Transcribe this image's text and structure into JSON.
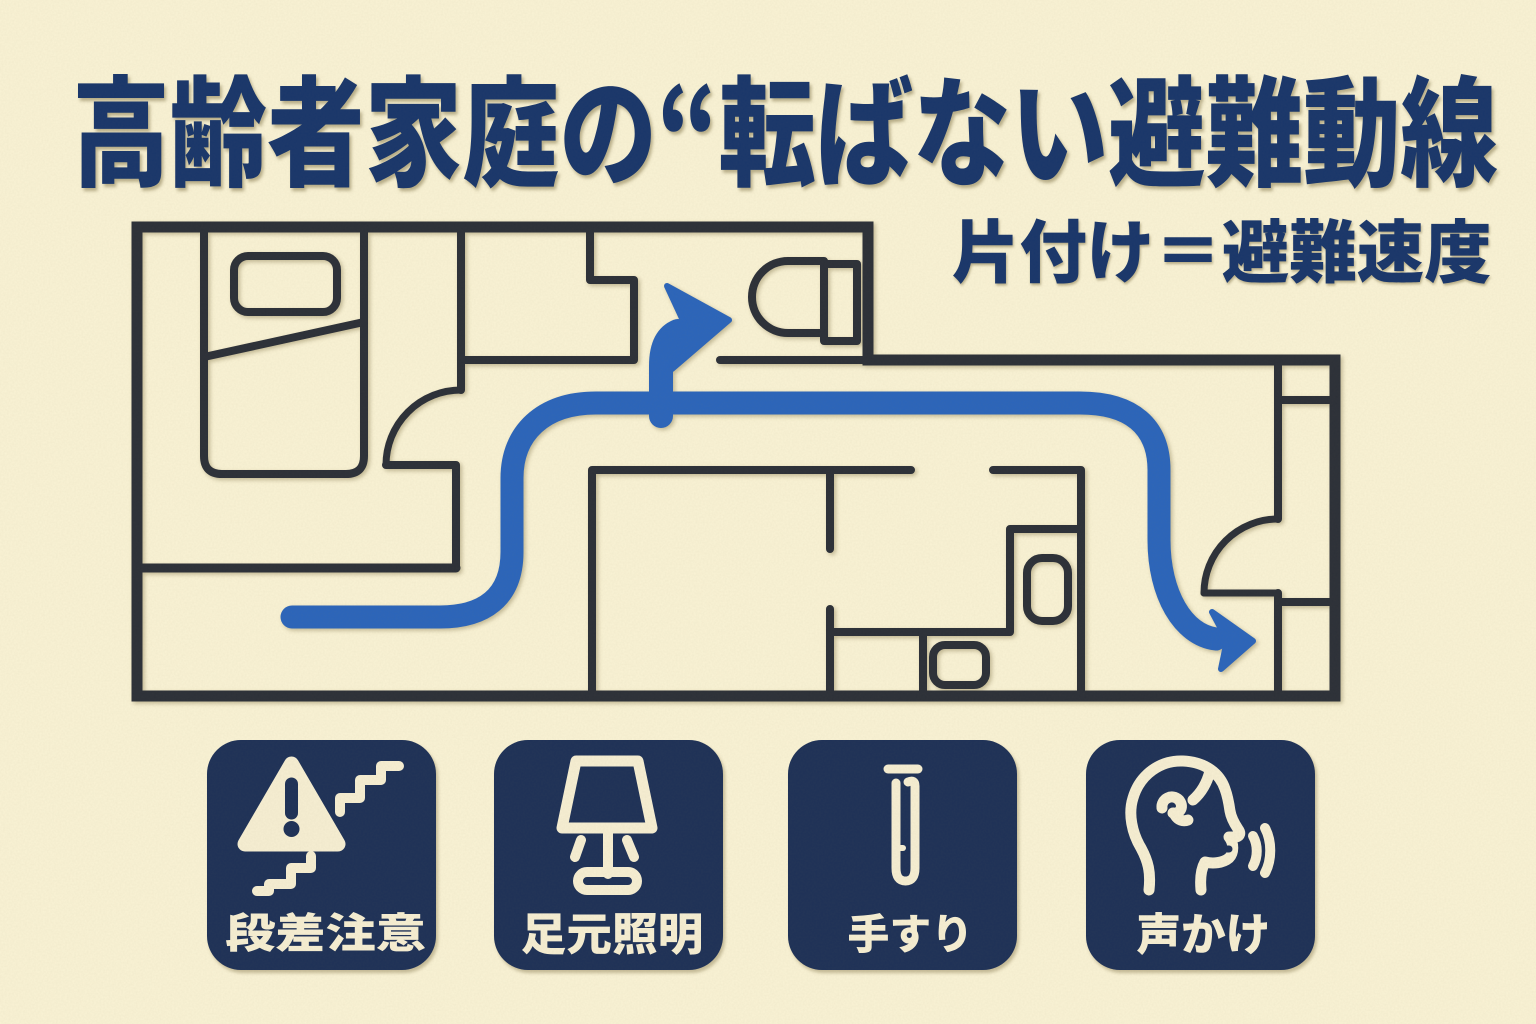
{
  "poster": {
    "title": "高齢者家庭の“転ばない避難動線",
    "subtitle": "片付け＝避難速度",
    "language": "ja"
  },
  "colors": {
    "background": "#FAF3D5",
    "heading_navy": "#19366B",
    "wall_ink": "#2C3038",
    "route_blue": "#2B65BB",
    "card_navy": "#1E3157",
    "card_cream": "#F7EFD3"
  },
  "floor_plan": {
    "features": [
      "bedroom-with-bed",
      "bedroom-door-swing",
      "closet-room",
      "toilet-room",
      "washroom",
      "washbasin",
      "bath-mat",
      "living-dining",
      "entrance-door-swing",
      "genkan-entrance"
    ],
    "route": {
      "description": "evacuation-route",
      "start": "bedroom-side-lower-corridor",
      "branches": [
        "toilet-arrow",
        "exit-arrow"
      ]
    }
  },
  "legend": {
    "cards": [
      {
        "id": "steps",
        "label": "段差注意",
        "icon": "warning-triangle-stairs-icon"
      },
      {
        "id": "lighting",
        "label": "足元照明",
        "icon": "foot-lamp-icon"
      },
      {
        "id": "handrail",
        "label": "手すり",
        "icon": "handrail-icon"
      },
      {
        "id": "callout",
        "label": "声かけ",
        "icon": "speaking-head-icon"
      }
    ]
  }
}
